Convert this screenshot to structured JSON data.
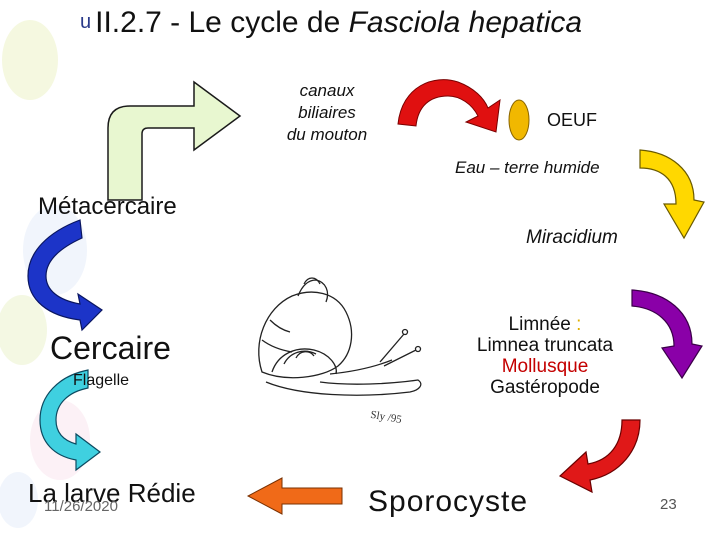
{
  "title": {
    "bullet": "u",
    "prefix": "II.2.7 - Le cycle de ",
    "species": "Fasciola hepatica"
  },
  "labels": {
    "canaux": [
      "canaux",
      "biliaires",
      "du mouton"
    ],
    "oeuf": "OEUF",
    "eau": "Eau – terre humide",
    "metacercaire": "Métacercaire",
    "miracidium": "Miracidium",
    "cercaire": "Cercaire",
    "flagelle": "Flagelle",
    "limnee": "Limnée",
    "limnee_colon": " :",
    "limnea": "Limnea truncata",
    "mollusque": "Mollusque",
    "gasteropode": "Gastéropode",
    "redie": "La larve Rédie",
    "sporocyste": "Sporocyste",
    "date": "11/26/2020",
    "page": "23",
    "signature": "Sly /95"
  },
  "colors": {
    "green_arrow": "#e8f7d0",
    "red_arrow": "#e01010",
    "egg": "#f1b800",
    "yellow_arrow": "#ffd800",
    "purple_arrow": "#8a00a8",
    "red_bottom_arrow": "#e01818",
    "orange_arrow": "#f06a18",
    "cyan_arrow": "#3fd0e0",
    "blue_arrow": "#1c34c8"
  }
}
